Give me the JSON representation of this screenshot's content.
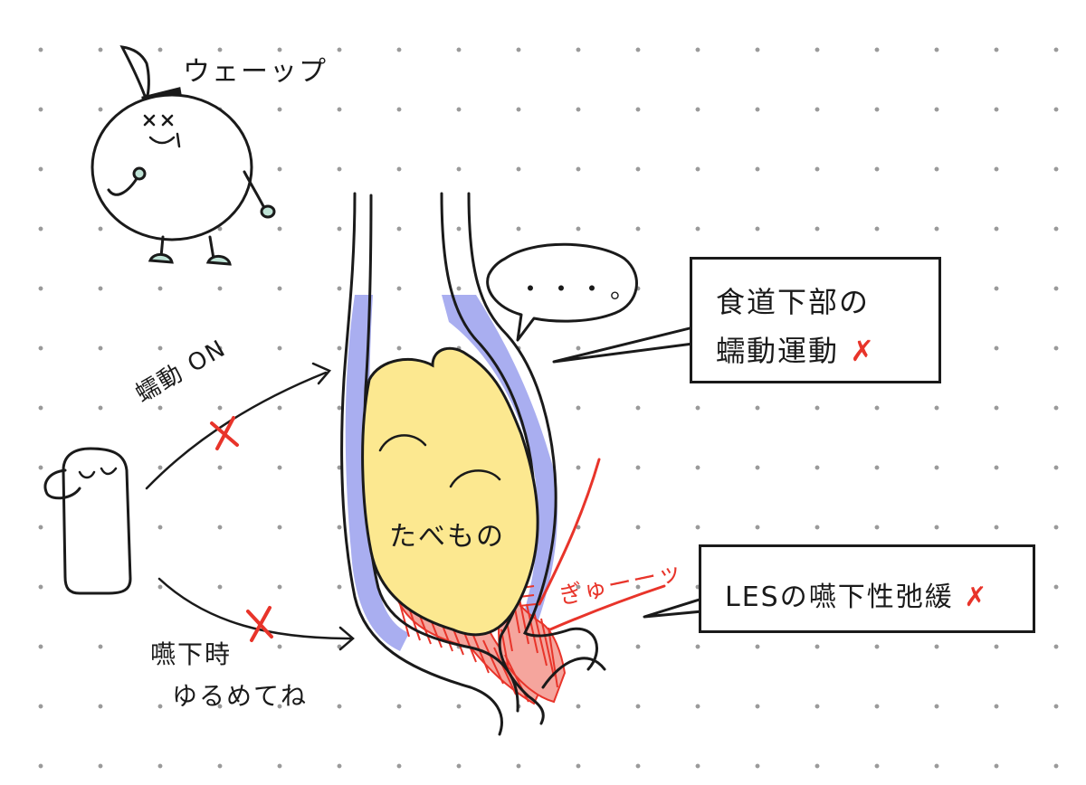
{
  "character_sound": "ウェーップ",
  "speech_bubble": "・・・。",
  "peristalsis_label": "蠕動 ON",
  "swallow_label_line1": "嚥下時",
  "swallow_label_line2": "ゆるめてね",
  "food_label": "たべもの",
  "squeeze_sound": "ぎゅーーッ",
  "callout_top": {
    "line1": "食道下部の",
    "line2": "蠕動運動",
    "mark": "✗"
  },
  "callout_bottom": {
    "text": "LESの嚥下性弛緩",
    "mark": "✗"
  },
  "colors": {
    "lining": "#a9aef0",
    "food": "#fce890",
    "muscle": "#e8342a",
    "ink": "#1a1a1a"
  }
}
